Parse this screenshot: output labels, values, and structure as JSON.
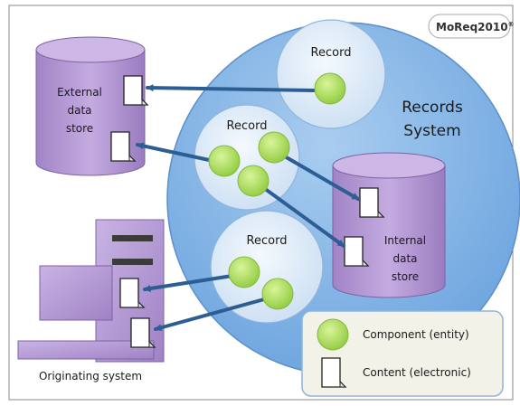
{
  "brand": {
    "text": "MoReq2010",
    "mark": "®"
  },
  "system_label": [
    "Records",
    "System"
  ],
  "records": [
    "Record",
    "Record",
    "Record"
  ],
  "external_store": [
    "External",
    "data",
    "store"
  ],
  "internal_store": [
    "Internal",
    "data",
    "store"
  ],
  "originating_system": "Originating system",
  "legend": {
    "component": "Component (entity)",
    "content": "Content (electronic)"
  },
  "colors": {
    "system_circle": "#7fb3e6",
    "record_bubble": "#e2eef9",
    "component": "#b6e36a",
    "store": "#b79ad4",
    "arrow": "#2d5e93",
    "brand_red": "#d7262c"
  }
}
